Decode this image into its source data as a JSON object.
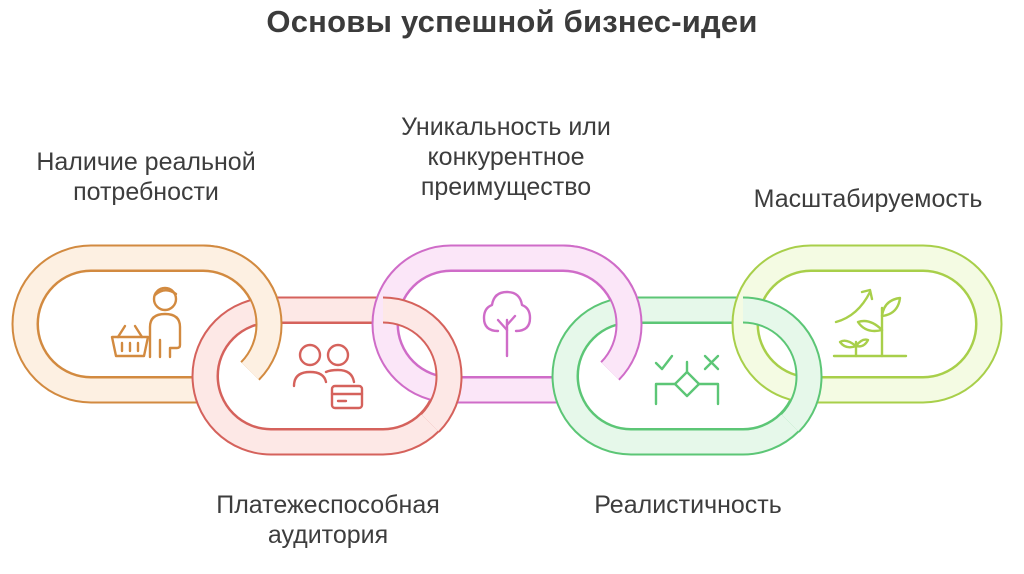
{
  "title": "Основы успешной бизнес-идеи",
  "links": [
    {
      "label_lines": [
        "Наличие реальной",
        "потребности"
      ],
      "icon": "shopper-basket-icon",
      "stroke": "#d28a40",
      "fill": "#fdf0e2"
    },
    {
      "label_lines": [
        "Платежеспособная",
        "аудитория"
      ],
      "icon": "people-wallet-icon",
      "stroke": "#d5625c",
      "fill": "#fde8e6"
    },
    {
      "label_lines": [
        "Уникальность или",
        "конкурентное",
        "преимущество"
      ],
      "icon": "tree-icon",
      "stroke": "#cf6cc8",
      "fill": "#fbe6f8"
    },
    {
      "label_lines": [
        "Реалистичность"
      ],
      "icon": "decision-check-cross-icon",
      "stroke": "#5cc676",
      "fill": "#e6f8ea"
    },
    {
      "label_lines": [
        "Масштабируемость"
      ],
      "icon": "growing-plant-icon",
      "stroke": "#a8cf4a",
      "fill": "#f4fbe3"
    }
  ]
}
